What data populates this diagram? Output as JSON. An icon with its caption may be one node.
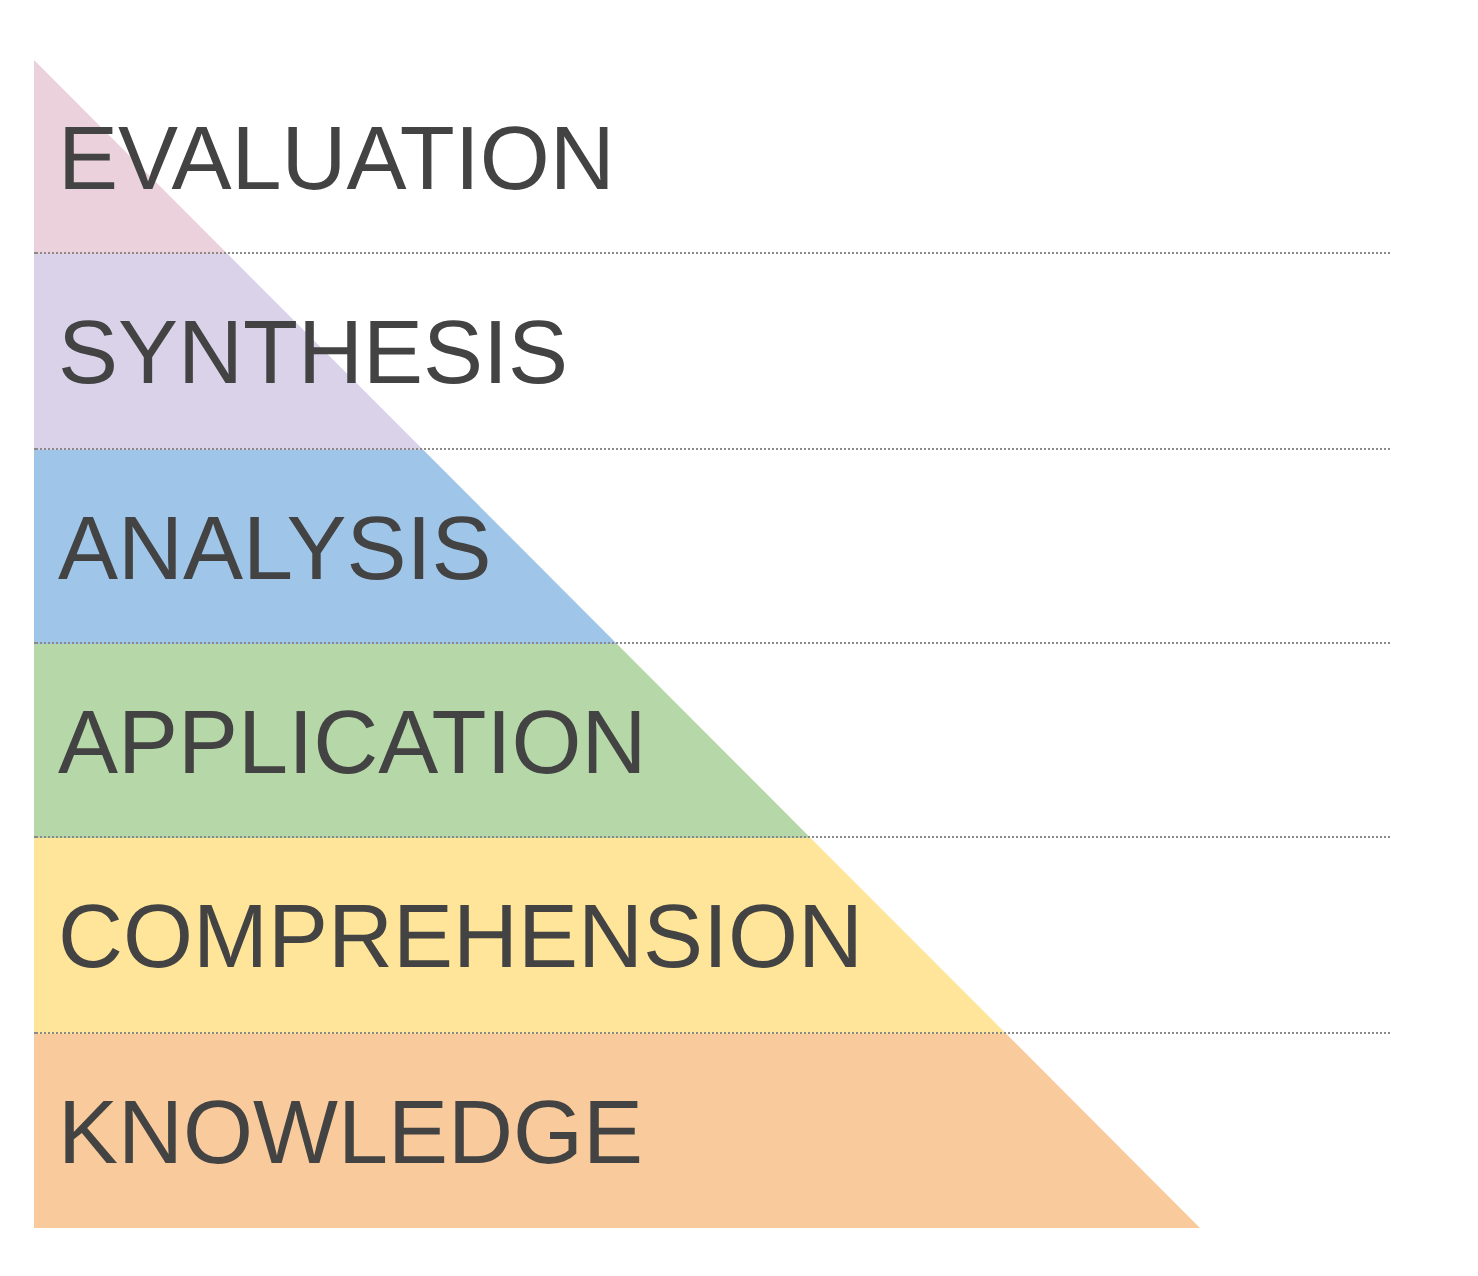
{
  "diagram": {
    "nodes": [
      {
        "text": [
          "EVALUATION"
        ]
      },
      {
        "text": [
          "SYNTHESIS"
        ]
      },
      {
        "text": [
          "ANALYSIS"
        ]
      },
      {
        "text": [
          "APPLICATION"
        ]
      },
      {
        "text": [
          "COMPREHENSION"
        ]
      },
      {
        "text": [
          "KNOWLEDGE"
        ]
      }
    ]
  }
}
